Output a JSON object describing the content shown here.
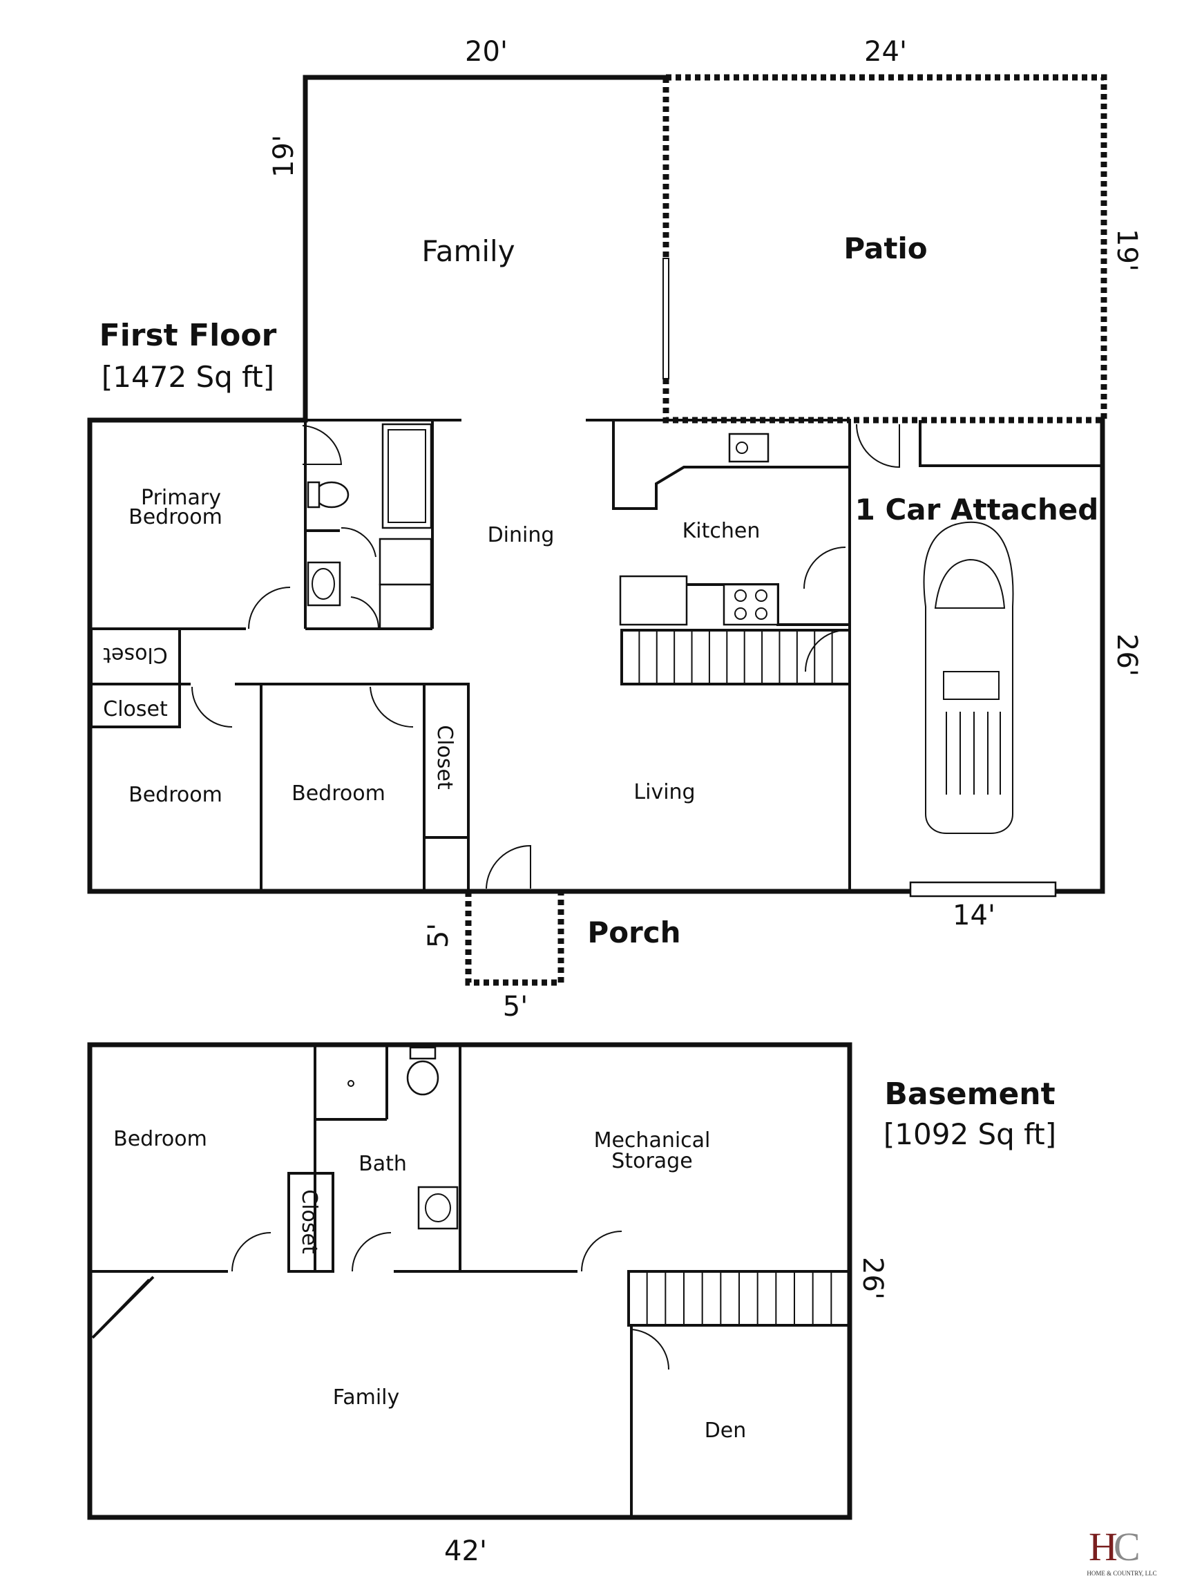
{
  "first_floor": {
    "title": "First Floor",
    "area": "[1472 Sq ft]",
    "rooms": {
      "family": "Family",
      "patio": "Patio",
      "primary_bedroom_1": "Primary",
      "primary_bedroom_2": "Bedroom",
      "dining": "Dining",
      "kitchen": "Kitchen",
      "garage": "1 Car Attached",
      "closet_upside": "Closet",
      "closet_lower": "Closet",
      "closet_vertical": "Closet",
      "bedroom_left": "Bedroom",
      "bedroom_mid": "Bedroom",
      "living": "Living",
      "porch": "Porch"
    },
    "dimensions": {
      "family_width": "20'",
      "patio_width": "24'",
      "family_depth": "19'",
      "patio_depth": "19'",
      "garage_depth": "26'",
      "garage_width": "14'",
      "porch_depth": "5'",
      "porch_width": "5'"
    }
  },
  "basement": {
    "title": "Basement",
    "area": "[1092 Sq ft]",
    "rooms": {
      "bedroom": "Bedroom",
      "bath": "Bath",
      "mechanical_1": "Mechanical",
      "mechanical_2": "Storage",
      "closet": "Closet",
      "family": "Family",
      "den": "Den"
    },
    "dimensions": {
      "depth": "26'",
      "width": "42'"
    }
  },
  "logo": {
    "letters": "HC",
    "caption": "HOME & COUNTRY, LLC",
    "colors": {
      "h": "#7a1f1f",
      "c": "#8a8a8a"
    }
  }
}
